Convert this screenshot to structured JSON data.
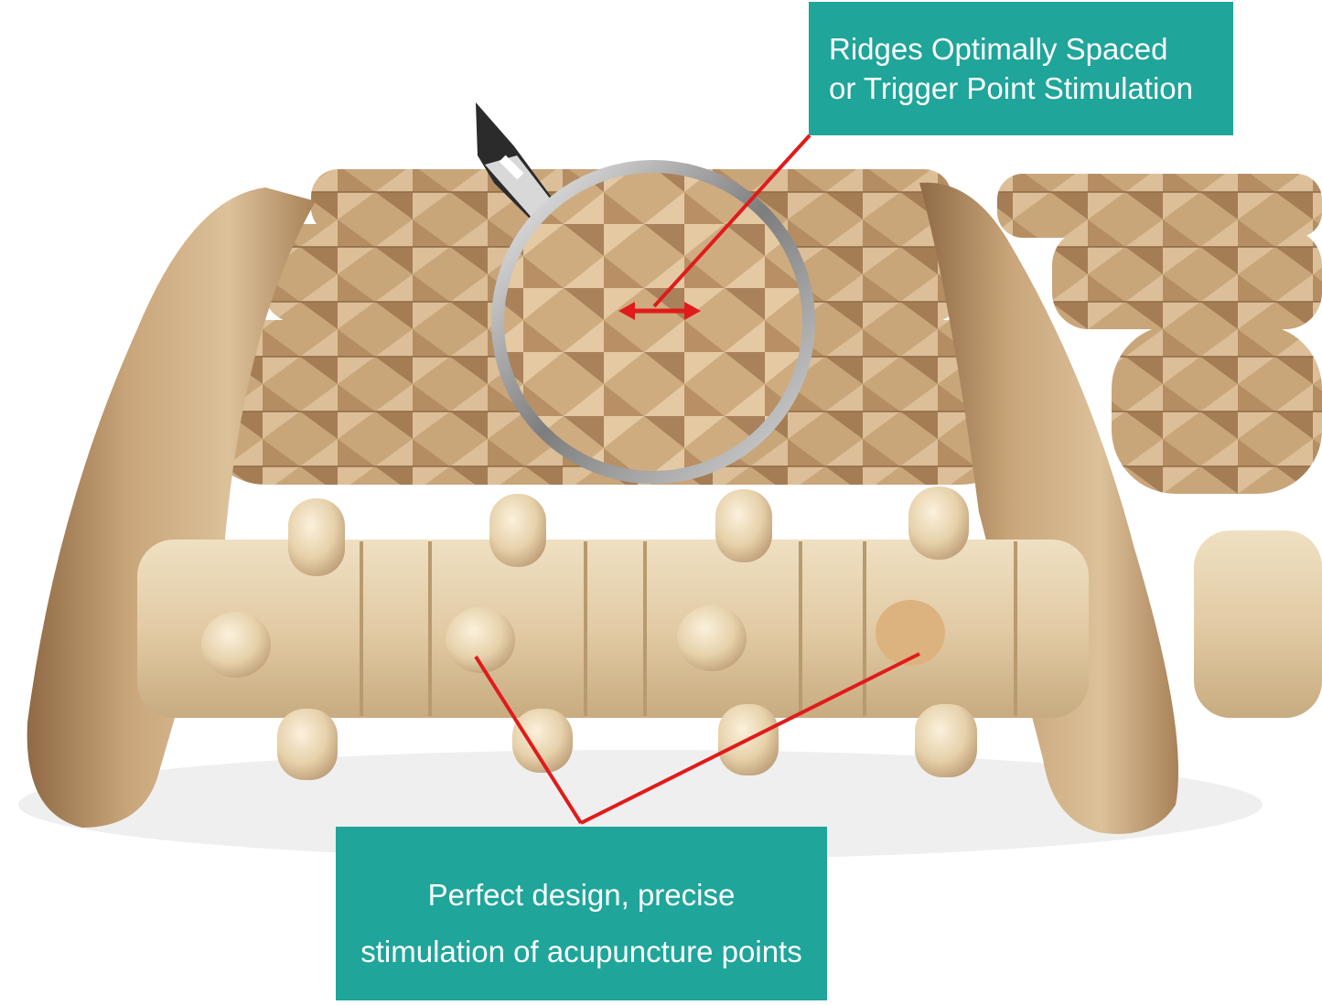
{
  "callouts": {
    "top": {
      "line1": "Ridges Optimally Spaced",
      "line2": "or Trigger Point Stimulation"
    },
    "bottom": {
      "line1": "Perfect design, precise",
      "line2": "stimulation of acupuncture points"
    }
  },
  "colors": {
    "callout_bg": "#1fa59a",
    "callout_text": "#ffffff",
    "pointer_line": "#e01b1b",
    "wood_light": "#e4cfa8",
    "wood_mid": "#c9a57a",
    "wood_dark": "#9c7650",
    "lens_ring": "#8a8a8a"
  },
  "icons": [
    "magnifying-glass-icon",
    "double-arrow-icon"
  ]
}
